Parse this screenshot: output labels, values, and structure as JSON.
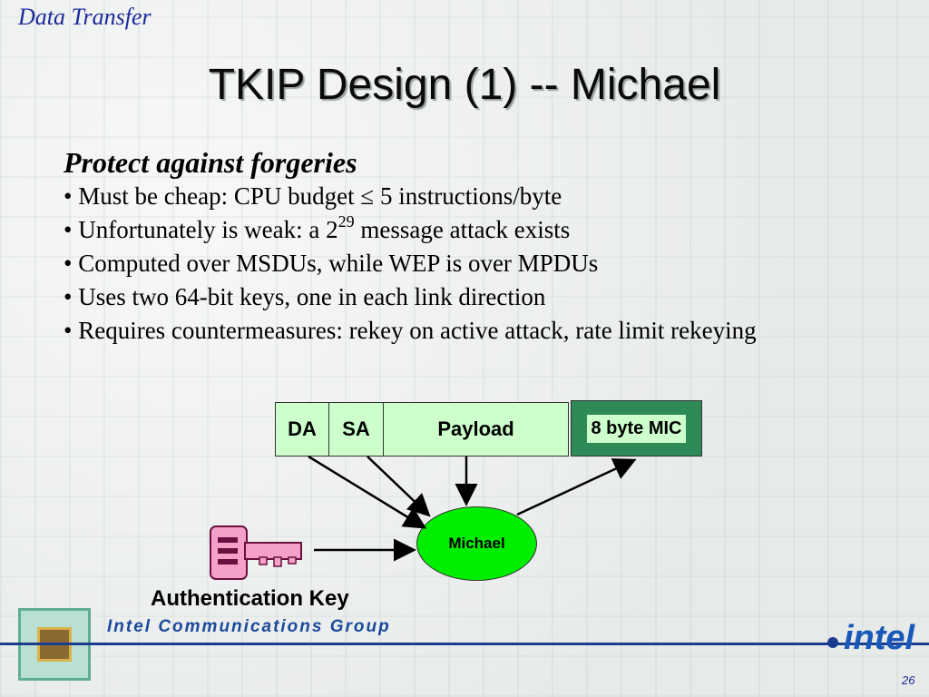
{
  "header": {
    "section": "Data Transfer",
    "title": "TKIP Design (1) -- Michael"
  },
  "content": {
    "subhead": "Protect against forgeries",
    "bullets": {
      "b1": "• Must be cheap: CPU budget ≤ 5 instructions/byte",
      "b2_pre": "• Unfortunately is weak: a 2",
      "b2_sup": "29",
      "b2_post": " message attack exists",
      "b3": "• Computed over MSDUs, while WEP is over MPDUs",
      "b4": "• Uses two 64-bit keys, one in each link direction",
      "b5": "• Requires countermeasures: rekey on active attack, rate limit rekeying"
    }
  },
  "diagram": {
    "fields": {
      "da": "DA",
      "sa": "SA",
      "payload": "Payload"
    },
    "mic": "8 byte MIC",
    "michael": "Michael",
    "key_label": "Authentication Key",
    "colors": {
      "frame_fill": "#ccffcc",
      "mic_fill": "#2e8b57",
      "michael_fill": "#00ee00",
      "key_fill": "#f4a0c8"
    }
  },
  "footer": {
    "group": "Intel Communications Group",
    "logo": "intel",
    "page": "26"
  }
}
